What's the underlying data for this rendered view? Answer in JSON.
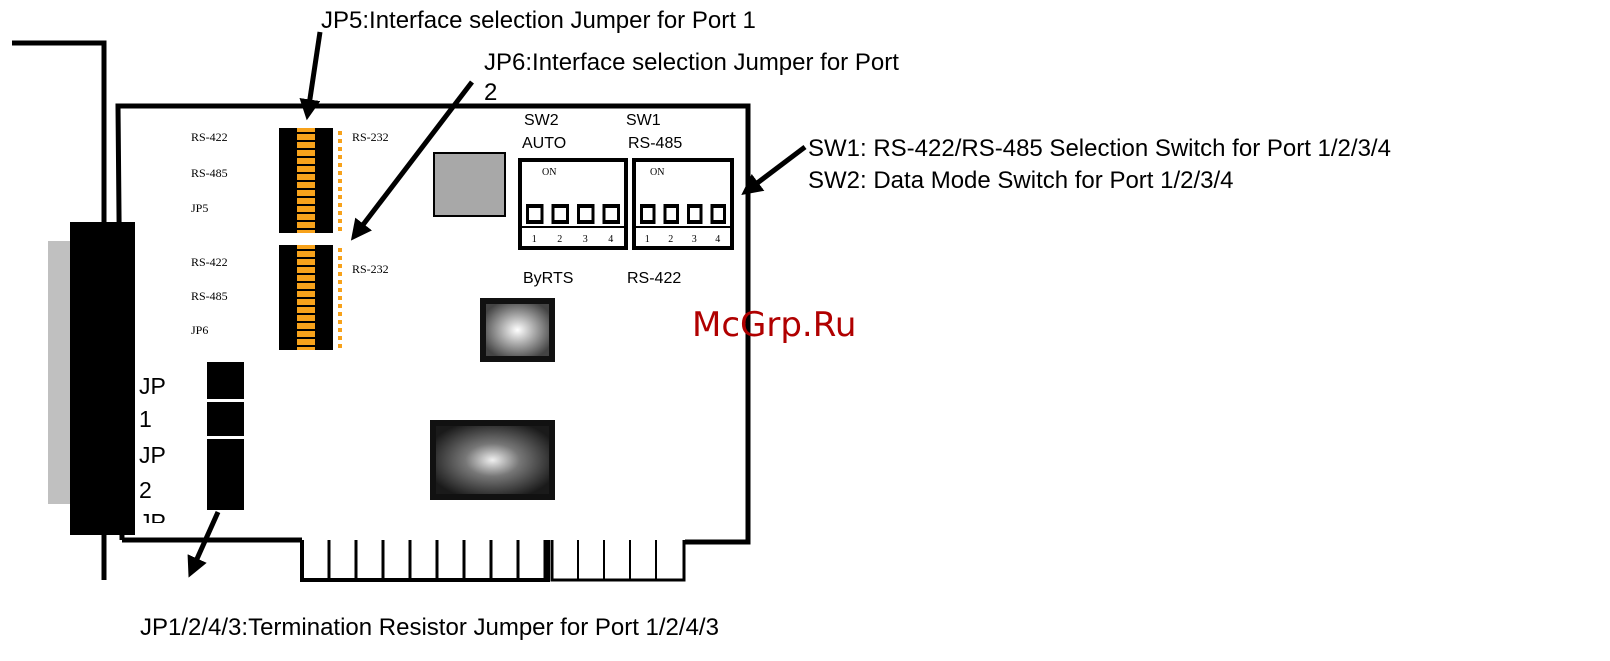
{
  "callouts": {
    "jp5": "JP5:Interface selection Jumper for Port 1",
    "jp6_line1": "JP6:Interface selection Jumper for Port",
    "jp6_line2": "2",
    "sw1": "SW1: RS-422/RS-485 Selection Switch for Port 1/2/3/4",
    "sw2": "SW2: Data Mode Switch for Port 1/2/3/4",
    "jp_term": "JP1/2/4/3:Termination Resistor Jumper for Port 1/2/4/3"
  },
  "board": {
    "jumper_block_top": {
      "left": [
        "RS-422",
        "RS-485",
        "JP5"
      ],
      "right": "RS-232"
    },
    "jumper_block_bottom": {
      "left": [
        "RS-422",
        "RS-485",
        "JP6"
      ],
      "right": "RS-232"
    },
    "sw2": {
      "name": "SW2",
      "function": "AUTO",
      "on_label": "ON",
      "mode_label": "ByRTS"
    },
    "sw1": {
      "name": "SW1",
      "function": "RS-485",
      "on_label": "ON",
      "mode_label": "RS-422"
    },
    "dip_positions": [
      "1",
      "2",
      "3",
      "4"
    ],
    "term_labels": [
      "JP",
      "1",
      "JP",
      "2",
      "JP"
    ]
  },
  "watermark": "McGrp.Ru",
  "colors": {
    "orange": "#f7a21b",
    "gray_connector": "#c0c0c0",
    "watermark": "#b00000"
  }
}
